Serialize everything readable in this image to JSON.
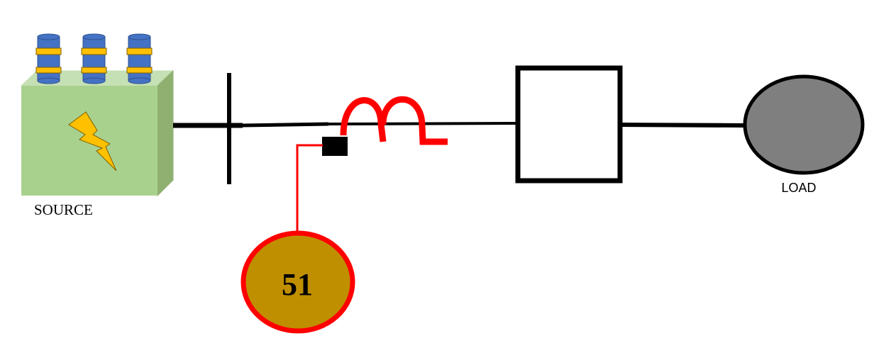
{
  "labels": {
    "source": "SOURCE",
    "load": "LOAD",
    "relay": "51"
  },
  "icons": {
    "source": "transformer-icon",
    "bolt": "lightning-bolt-icon",
    "bus": "busbar-icon",
    "ct": "current-transformer-icon",
    "breaker": "circuit-breaker-icon",
    "relay": "overcurrent-relay-icon",
    "load": "load-icon"
  },
  "colors": {
    "line": "#000000",
    "ct_coil": "#ff0000",
    "relay_fill": "#bf8f00",
    "relay_border": "#ff0000",
    "load_fill": "#7f7f7f",
    "source_front": "#a9d18e",
    "source_top": "#c5e0b4",
    "source_side": "#8fb071",
    "bushing_body": "#4472c4",
    "bushing_band": "#ffc000",
    "bolt": "#ffc000"
  }
}
